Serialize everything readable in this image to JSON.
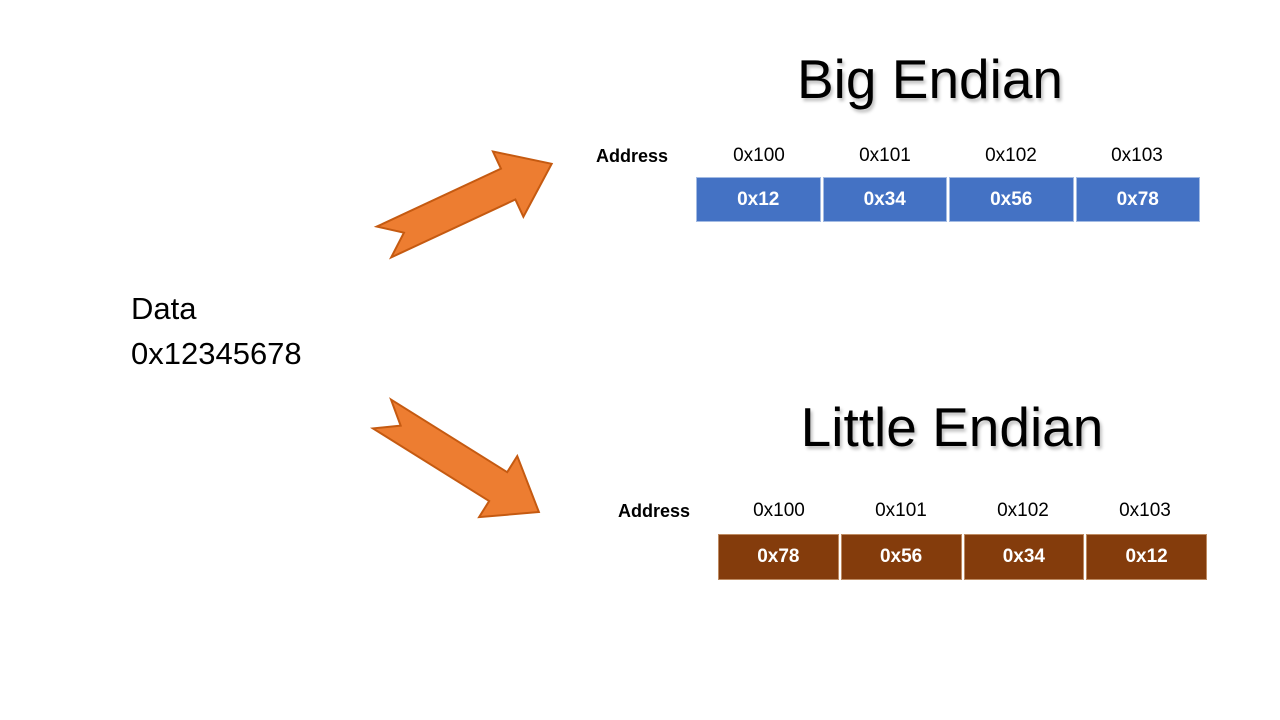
{
  "data_label": {
    "title": "Data",
    "value": "0x12345678"
  },
  "big_endian": {
    "title": "Big Endian",
    "address_label": "Address",
    "addresses": [
      "0x100",
      "0x101",
      "0x102",
      "0x103"
    ],
    "bytes": [
      "0x12",
      "0x34",
      "0x56",
      "0x78"
    ],
    "cell_color": "#4472C4"
  },
  "little_endian": {
    "title": "Little Endian",
    "address_label": "Address",
    "addresses": [
      "0x100",
      "0x101",
      "0x102",
      "0x103"
    ],
    "bytes": [
      "0x78",
      "0x56",
      "0x34",
      "0x12"
    ],
    "cell_color": "#843C0C"
  },
  "arrow": {
    "fill_color": "#ED7D31",
    "outline_color": "#C55A11"
  }
}
